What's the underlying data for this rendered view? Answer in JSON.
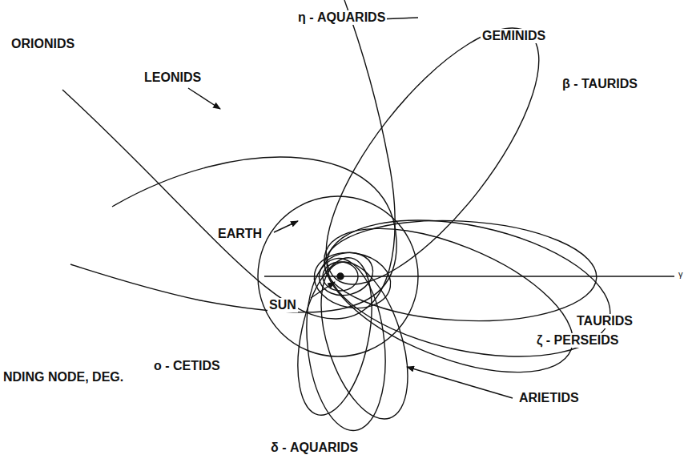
{
  "diagram": {
    "labels": [
      "η - AQUARIDS",
      "ORIONIDS",
      "LEONIDS",
      "GEMINIDS",
      "β - TAURIDS",
      "γ",
      "EARTH",
      "SUN",
      "TAURIDS",
      "ζ - PERSEIDS",
      "ο - CETIDS",
      "NDING NODE, DEG.",
      "ARIETIDS",
      "δ - AQUARIDS"
    ]
  }
}
